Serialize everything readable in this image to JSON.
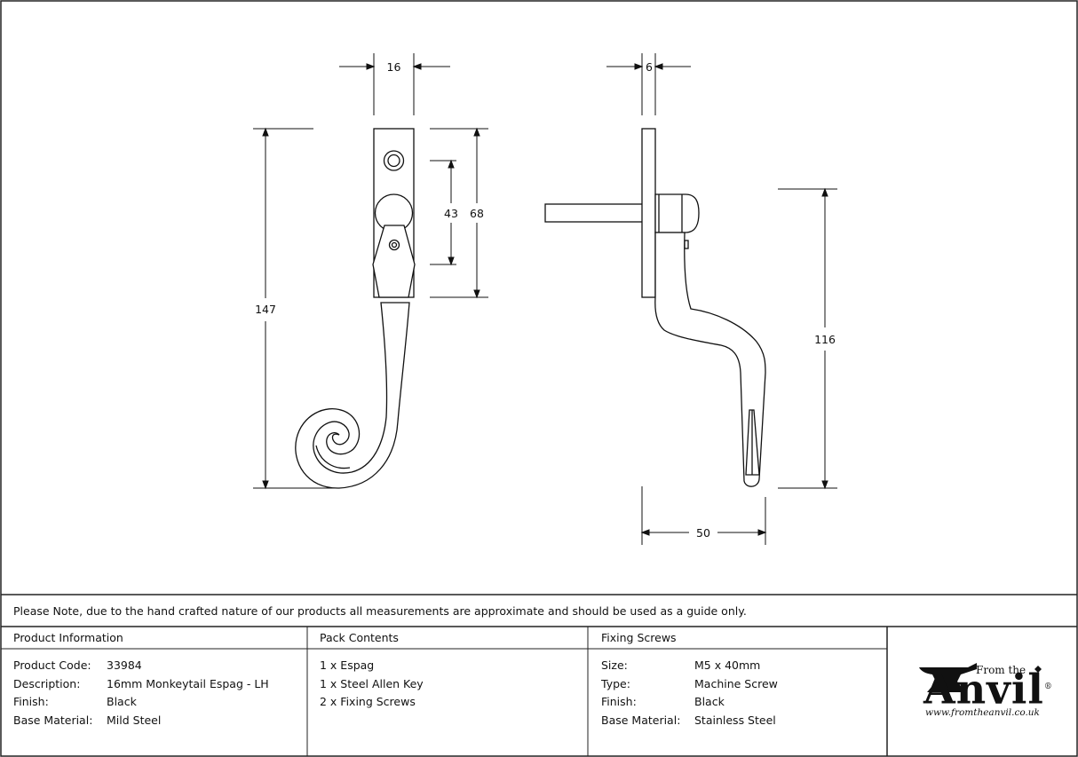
{
  "drawing": {
    "front_view": {
      "width_label": "16",
      "overall_height_label": "147",
      "hole_spacing_label": "43",
      "plate_length_label": "68"
    },
    "side_view": {
      "depth_label": "6",
      "handle_height_label": "116",
      "projection_label": "50"
    }
  },
  "note": "Please Note, due to the hand crafted nature of our products all measurements are approximate and should be used as a guide only.",
  "product_information": {
    "heading": "Product Information",
    "rows": [
      {
        "label": "Product Code:",
        "value": "33984"
      },
      {
        "label": "Description:",
        "value": "16mm Monkeytail Espag - LH"
      },
      {
        "label": "Finish:",
        "value": "Black"
      },
      {
        "label": "Base Material:",
        "value": "Mild Steel"
      }
    ]
  },
  "pack_contents": {
    "heading": "Pack Contents",
    "items": [
      "1 x Espag",
      "1 x Steel Allen Key",
      "2 x Fixing Screws"
    ]
  },
  "fixing_screws": {
    "heading": "Fixing Screws",
    "rows": [
      {
        "label": "Size:",
        "value": "M5 x 40mm"
      },
      {
        "label": "Type:",
        "value": "Machine Screw"
      },
      {
        "label": "Finish:",
        "value": "Black"
      },
      {
        "label": "Base Material:",
        "value": "Stainless Steel"
      }
    ]
  },
  "logo": {
    "from_the": "From the",
    "wordmark": "Anvil",
    "registered": "®",
    "url": "www.fromtheanvil.co.uk"
  }
}
